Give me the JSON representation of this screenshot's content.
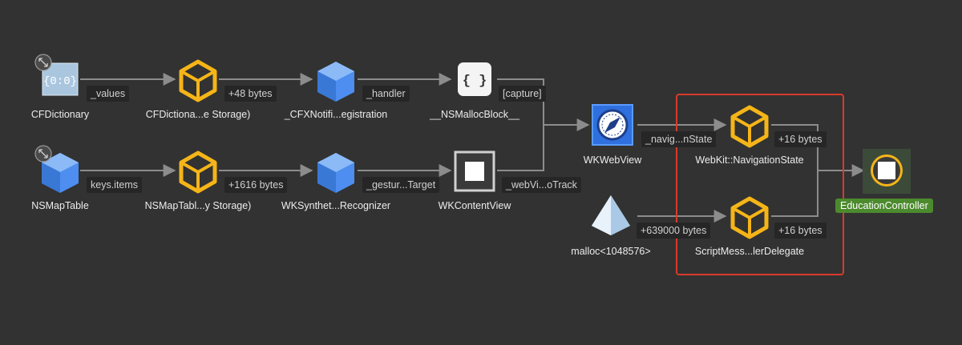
{
  "nodes": {
    "cfdictionary": "CFDictionary",
    "cfdictionary_storage": "CFDictiona...e Storage)",
    "cfx_notification": "_CFXNotifi...egistration",
    "malloc_block": "__NSMallocBlock__",
    "nsmaptable": "NSMapTable",
    "nsmaptable_storage": "NSMapTabl...y Storage)",
    "wk_recognizer": "WKSynthet...Recognizer",
    "wk_content_view": "WKContentView",
    "wk_webview": "WKWebView",
    "malloc": "malloc<1048576>",
    "navigation_state": "WebKit::NavigationState",
    "script_delegate": "ScriptMess...lerDelegate",
    "education_controller": "EducationController"
  },
  "edges": {
    "values": "_values",
    "plus48": "+48 bytes",
    "handler": "_handler",
    "capture": "[capture]",
    "keys_items": "keys.items",
    "plus1616": "+1616 bytes",
    "gesture_target": "_gestur...Target",
    "webview_track": "_webVi...oTrack",
    "navig_state": "_navig...nState",
    "plus639000": "+639000 bytes",
    "plus16_nav": "+16 bytes",
    "plus16_script": "+16 bytes"
  },
  "icons": {
    "dictionary_glyph": "{0:0}",
    "block_glyph": "{ }"
  },
  "colors": {
    "background": "#323232",
    "edge": "#8c8c8c",
    "cube_blue": "#4d8ef0",
    "cube_yellow": "#f5b518",
    "highlight": "#d93a2b",
    "root_badge": "#4c8a2e"
  }
}
